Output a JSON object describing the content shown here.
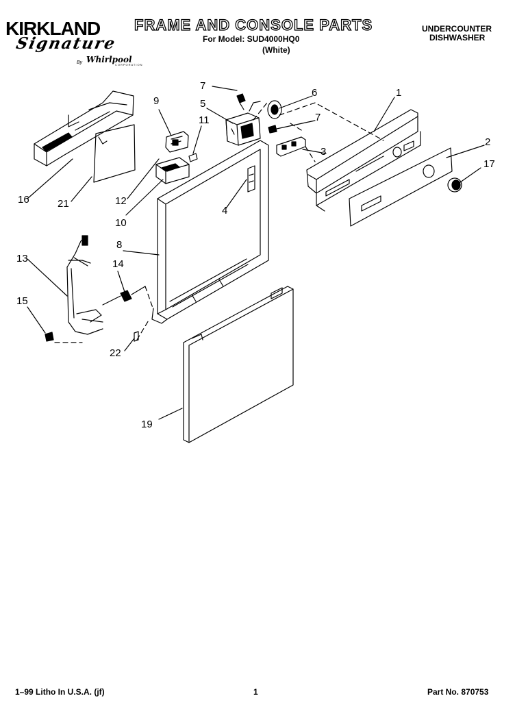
{
  "brand": {
    "name": "KIRKLAND",
    "signature": "Signature",
    "by": "By",
    "maker": "Whirlpool",
    "maker_suffix": "CORPORATION"
  },
  "header": {
    "title": "FRAME AND CONSOLE PARTS",
    "model_line": "For Model: SUD4000HQ0",
    "color_line": "(White)",
    "product_type_1": "UNDERCOUNTER",
    "product_type_2": "DISHWASHER"
  },
  "footer": {
    "litho": "1–99 Litho In U.S.A. (jf)",
    "page": "1",
    "part_no": "Part No. 870753"
  },
  "callouts": [
    "1",
    "2",
    "3",
    "4",
    "5",
    "6",
    "7",
    "7",
    "8",
    "9",
    "10",
    "11",
    "12",
    "13",
    "14",
    "15",
    "16",
    "17",
    "19",
    "21",
    "22"
  ],
  "colors": {
    "ink": "#000000",
    "paper": "#ffffff"
  }
}
